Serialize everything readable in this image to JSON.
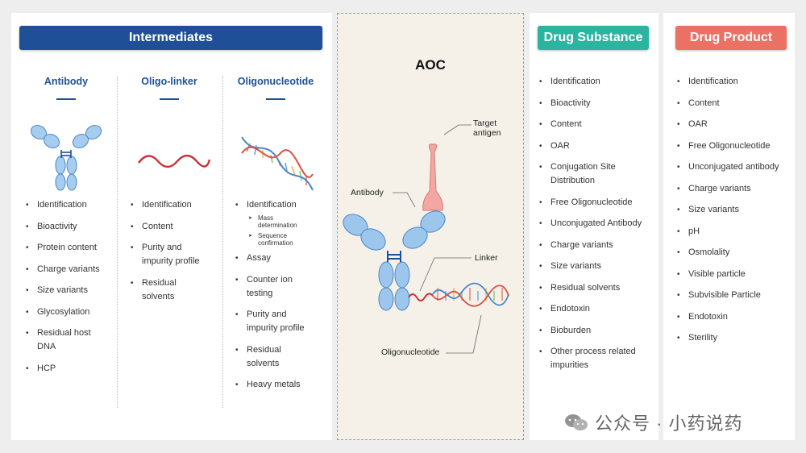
{
  "intermediates": {
    "title": "Intermediates",
    "columns": [
      {
        "title": "Antibody",
        "items": [
          "Identification",
          "Bioactivity",
          "Protein content",
          "Charge variants",
          "Size variants",
          "Glycosylation",
          "Residual host DNA",
          "HCP"
        ]
      },
      {
        "title": "Oligo-linker",
        "items": [
          "Identification",
          "Content",
          "Purity and impurity profile",
          "Residual solvents"
        ]
      },
      {
        "title": "Oligonucleotide",
        "items": [
          "Identification",
          "Assay",
          "Counter ion testing",
          "Purity and impurity profile",
          "Residual solvents",
          "Heavy metals"
        ],
        "sub_items": [
          "Mass determination",
          "Sequence confirmation"
        ]
      }
    ]
  },
  "aoc": {
    "title": "AOC",
    "labels": {
      "antibody": "Antibody",
      "target": "Target antigen",
      "linker": "Linker",
      "oligo": "Oligonucleotide"
    }
  },
  "drug_substance": {
    "title": "Drug Substance",
    "items": [
      "Identification",
      "Bioactivity",
      "Content",
      "OAR",
      "Conjugation Site Distribution",
      "Free Oligonucleotide",
      "Unconjugated Antibody",
      "Charge variants",
      "Size variants",
      "Residual solvents",
      "Endotoxin",
      "Bioburden",
      "Other process related impurities"
    ]
  },
  "drug_product": {
    "title": "Drug Product",
    "items": [
      "Identification",
      "Content",
      "OAR",
      "Free Oligonucleotide",
      "Unconjugated antibody",
      "Charge variants",
      "Size variants",
      "pH",
      "Osmolality",
      "Visible particle",
      "Subvisible Particle",
      "Endotoxin",
      "Sterility"
    ]
  },
  "watermark": "公众号 · 小药说药",
  "colors": {
    "navy": "#1f4f96",
    "teal": "#2bb5a0",
    "coral": "#ec7165",
    "antibody_blue": "#9cc6ec",
    "antigen_pink": "#f2a7a3",
    "linker_red": "#c9303a"
  }
}
